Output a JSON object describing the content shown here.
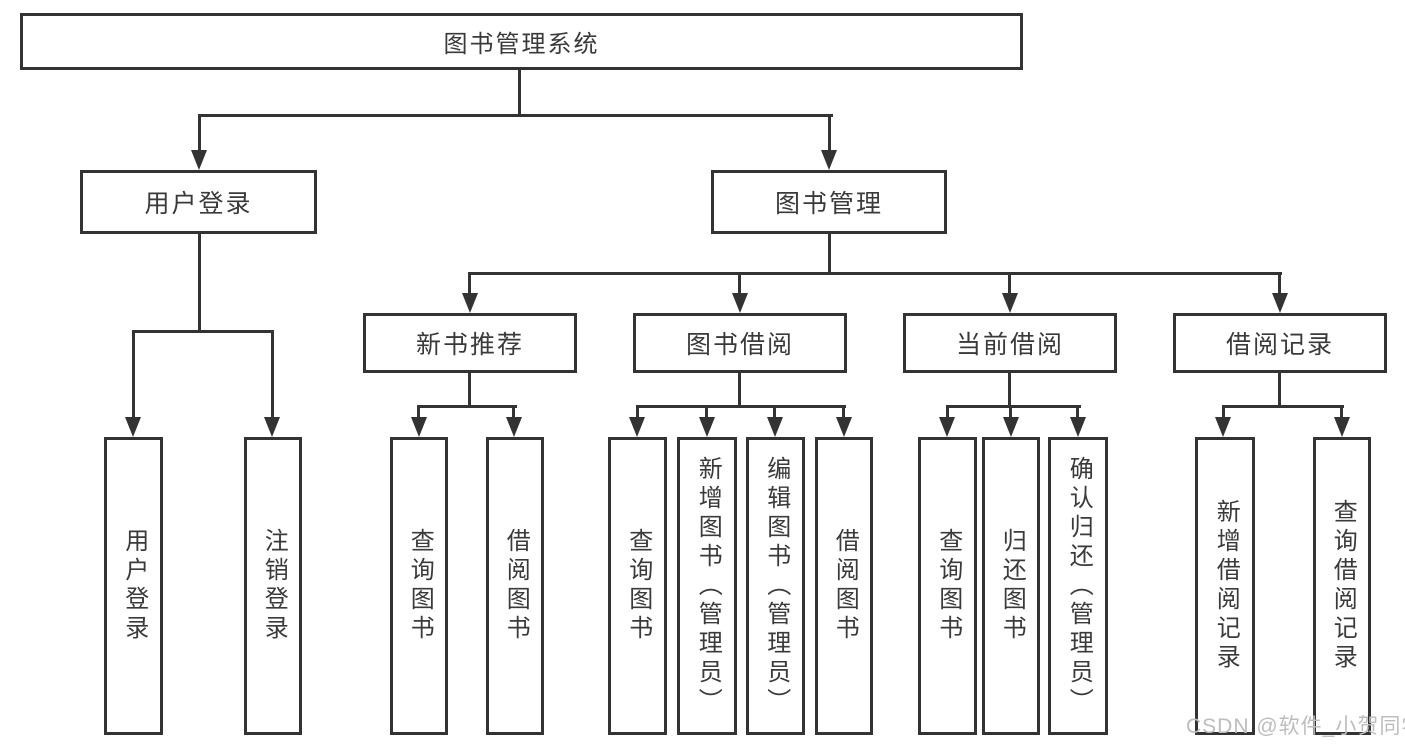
{
  "tree": {
    "root": {
      "label": "图书管理系统",
      "children": [
        {
          "label": "用户登录",
          "children": [
            {
              "label": "用户登录"
            },
            {
              "label": "注销登录"
            }
          ]
        },
        {
          "label": "图书管理",
          "children": [
            {
              "label": "新书推荐",
              "children": [
                {
                  "label": "查询图书"
                },
                {
                  "label": "借阅图书"
                }
              ]
            },
            {
              "label": "图书借阅",
              "children": [
                {
                  "label": "查询图书"
                },
                {
                  "label": "新增图书（管理员）"
                },
                {
                  "label": "编辑图书（管理员）"
                },
                {
                  "label": "借阅图书"
                }
              ]
            },
            {
              "label": "当前借阅",
              "children": [
                {
                  "label": "查询图书"
                },
                {
                  "label": "归还图书"
                },
                {
                  "label": "确认归还（管理员）"
                }
              ]
            },
            {
              "label": "借阅记录",
              "children": [
                {
                  "label": "新增借阅记录"
                },
                {
                  "label": "查询借阅记录"
                }
              ]
            }
          ]
        }
      ]
    }
  },
  "watermark": {
    "text": "CSDN @软件_小贺同学"
  },
  "colors": {
    "line": "#333333",
    "text": "#3a3a3a",
    "background": "#ffffff",
    "watermark": "#bdbdbd"
  }
}
